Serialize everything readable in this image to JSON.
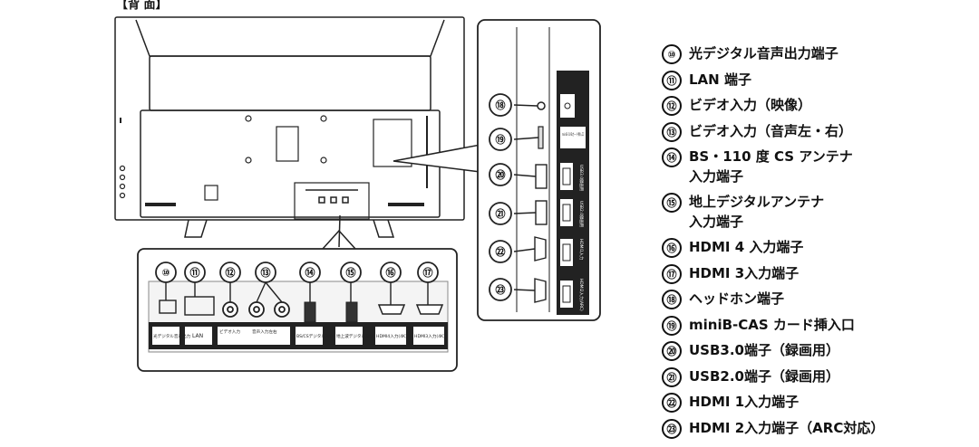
{
  "header": {
    "title": "【背 面】"
  },
  "callout_numbers": {
    "bottom": [
      "⑩",
      "⑪",
      "⑫",
      "⑬",
      "⑭",
      "⑮",
      "⑯",
      "⑰"
    ],
    "side": [
      "⑱",
      "⑲",
      "⑳",
      "㉑",
      "㉒",
      "㉓"
    ]
  },
  "port_labels": {
    "optical": "光デジタル音声出力",
    "lan": "LAN",
    "video": "ビデオ入力",
    "audio": "音声入力左右",
    "bs_cs": "BS/CSデジタル放送",
    "terrestrial": "地上波デジタル放送",
    "hdmi4": "HDMI4入力(4K)",
    "hdmi3": "HDMI3入力(4K)",
    "minib_cas": "miniB-CASカード挿入口",
    "usb3": "USB3.0録画用",
    "usb2": "USB2.0録画用",
    "hdmi1": "HDMI1入力",
    "hdmi2": "HDMI2入力(ARC)"
  },
  "legend": [
    {
      "num": "⑩",
      "label": "光デジタル音声出力端子"
    },
    {
      "num": "⑪",
      "label": "LAN 端子"
    },
    {
      "num": "⑫",
      "label": "ビデオ入力（映像）"
    },
    {
      "num": "⑬",
      "label": "ビデオ入力（音声左・右）"
    },
    {
      "num": "⑭",
      "label": "BS・110 度 CS アンテナ\n入力端子"
    },
    {
      "num": "⑮",
      "label": "地上デジタルアンテナ\n入力端子"
    },
    {
      "num": "⑯",
      "label": "HDMI 4 入力端子"
    },
    {
      "num": "⑰",
      "label": "HDMI 3入力端子"
    },
    {
      "num": "⑱",
      "label": "ヘッドホン端子"
    },
    {
      "num": "⑲",
      "label": "miniB-CAS カード挿入口"
    },
    {
      "num": "⑳",
      "label": "USB3.0端子（録画用）"
    },
    {
      "num": "㉑",
      "label": "USB2.0端子（録画用）"
    },
    {
      "num": "㉒",
      "label": "HDMI 1入力端子"
    },
    {
      "num": "㉓",
      "label": "HDMI 2入力端子（ARC対応）"
    }
  ]
}
